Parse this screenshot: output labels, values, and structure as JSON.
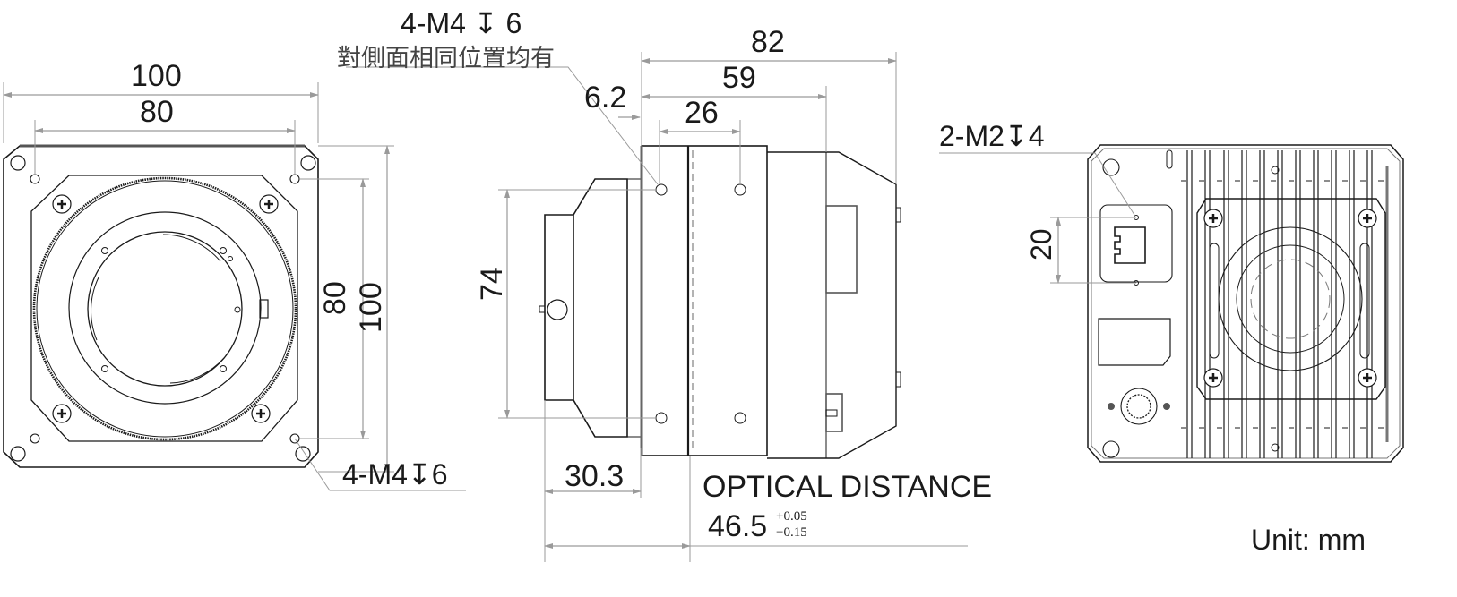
{
  "title": "Camera mechanical dimension drawing",
  "unit_label": "Unit: mm",
  "colors": {
    "line": "#1a1a1a",
    "dim_line": "#9a9a9a",
    "text": "#1a1a1a",
    "background": "#ffffff"
  },
  "front_view": {
    "width_overall": "100",
    "hole_spacing_h": "80",
    "hole_spacing_v": "80",
    "height_overall": "100",
    "hole_callout": "4-M4↧6"
  },
  "side_view": {
    "hole_callout_line1": "4-M4 ↧ 6",
    "hole_callout_line2": "對側面相同位置均有",
    "length_overall": "82",
    "body_length": "59",
    "hole_spacing": "26",
    "flange_offset": "6.2",
    "hole_spacing_v": "74",
    "mount_depth": "30.3",
    "optical_distance_label": "OPTICAL DISTANCE",
    "optical_distance_value": "46.5",
    "optical_tol_plus": "+0.05",
    "optical_tol_minus": "−0.15"
  },
  "rear_view": {
    "hole_callout": "2-M2↧4",
    "hole_spacing_v": "20",
    "features": [
      "rj45-port",
      "label-plate",
      "circular-io-connector",
      "cooling-fan",
      "heatsink-fins"
    ]
  }
}
